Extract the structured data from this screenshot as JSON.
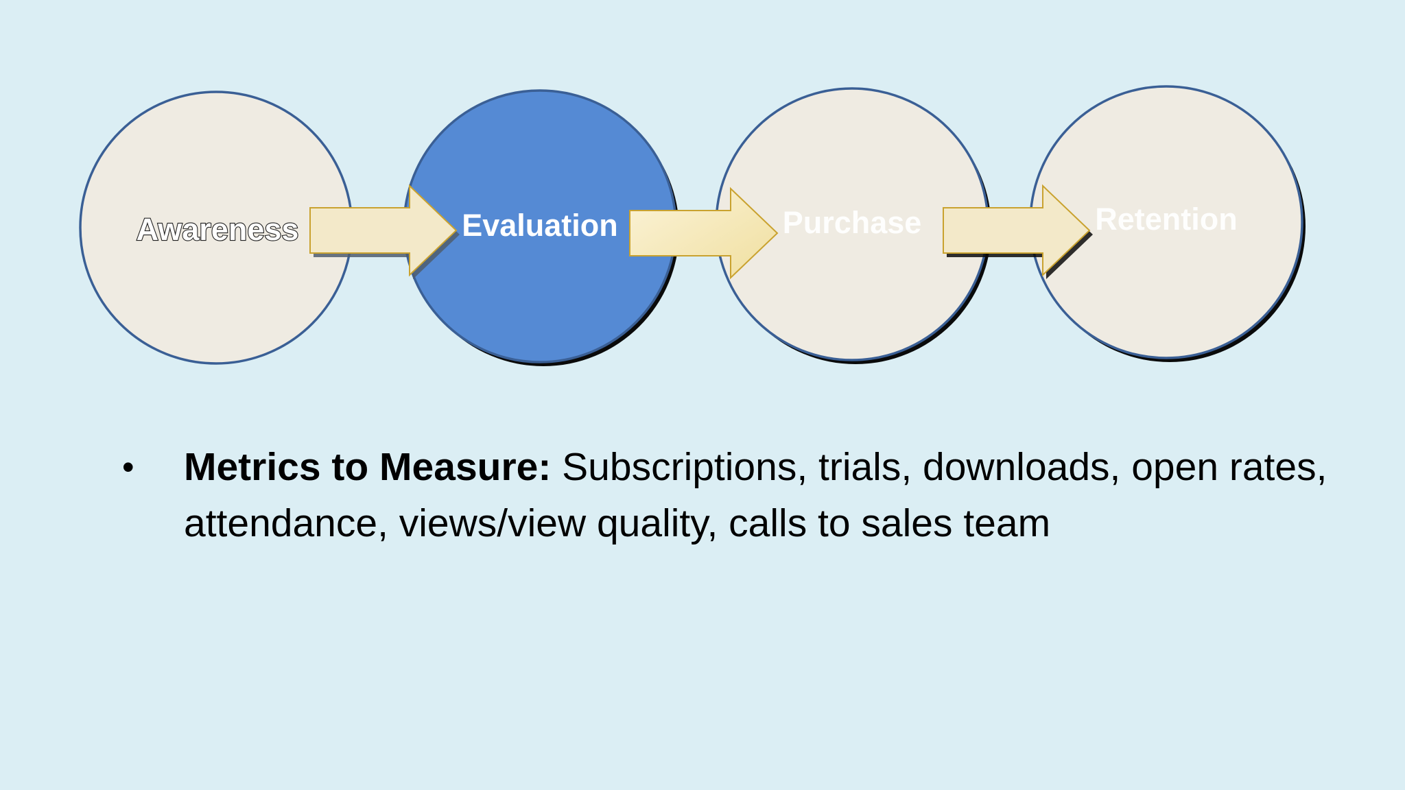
{
  "diagram": {
    "stages": [
      {
        "label": "Awareness",
        "fill": "#efebe2",
        "text_color": "#ffffff",
        "active": false
      },
      {
        "label": "Evaluation",
        "fill": "#558ad4",
        "text_color": "#ffffff",
        "active": true
      },
      {
        "label": "Purchase",
        "fill": "#efebe2",
        "text_color": "#ffffff",
        "active": false
      },
      {
        "label": "Retention",
        "fill": "#efebe2",
        "text_color": "#ffffff",
        "active": false
      }
    ],
    "outline_color": "#3a5f95",
    "arrow_fill": "#f3e9c9",
    "arrow_stroke": "#c9a22f"
  },
  "content": {
    "bullet_symbol": "•",
    "bullet_head": "Metrics to Measure:",
    "bullet_body": " Subscriptions, trials, downloads, open rates, attendance, views/view quality, calls to sales team"
  }
}
